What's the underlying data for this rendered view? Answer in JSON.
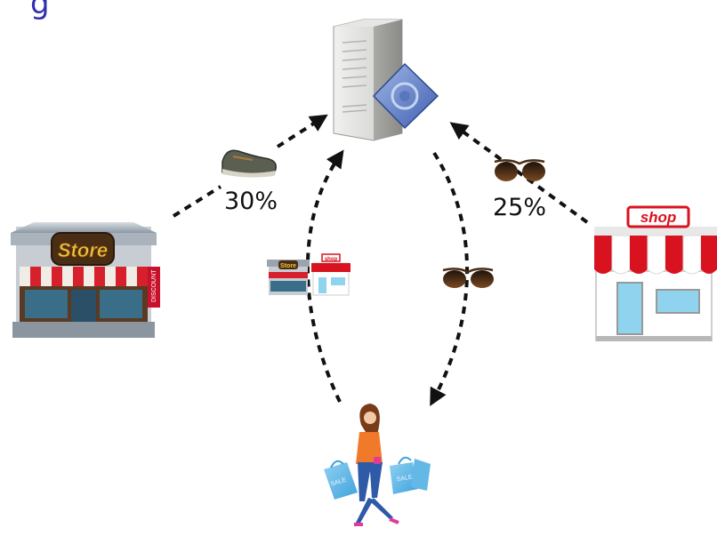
{
  "heading_fragment": "g",
  "store_left": {
    "sign": "Store",
    "banner": "DISCOUNT"
  },
  "shop_right": {
    "sign": "shop"
  },
  "mini_shops": {
    "store_sign": "Store",
    "shop_sign": "shop"
  },
  "shopper_bags": {
    "left": "SALE",
    "right": "SALE"
  },
  "discounts": {
    "shoe": "30%",
    "sunglasses": "25%"
  },
  "colors": {
    "arrow": "#111111",
    "heading": "#2f2fb0",
    "awning_red": "#d9121f",
    "server_gray": "#d8d9d6"
  },
  "icons": [
    "server-icon",
    "store-icon",
    "shop-icon",
    "shoe-icon",
    "sunglasses-icon",
    "shopper-icon"
  ]
}
